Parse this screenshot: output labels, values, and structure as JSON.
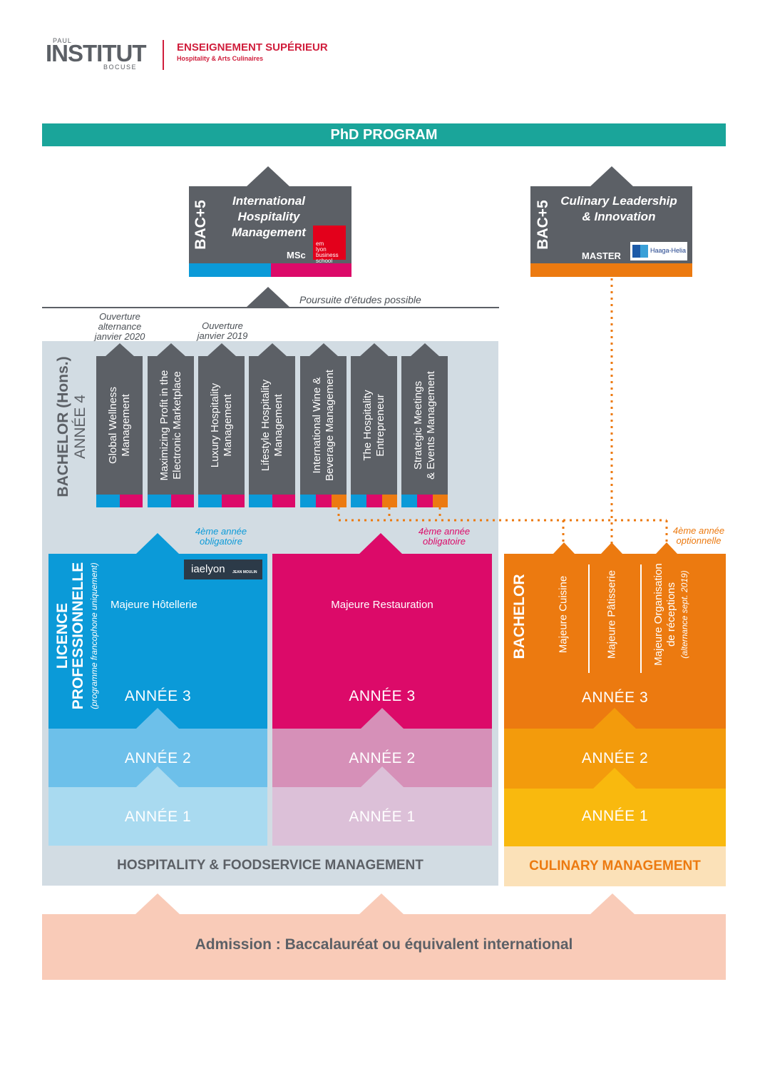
{
  "header": {
    "logo_small_top": "PAUL",
    "logo_main": "INSTITUT",
    "logo_small_bottom": "BOCUSE",
    "title": "ENSEIGNEMENT SUPÉRIEUR",
    "subtitle": "Hospitality & Arts Culinaires"
  },
  "phd": {
    "label": "PhD PROGRAM"
  },
  "msc": {
    "level": "BAC+5",
    "title_lines": [
      "International",
      "Hospitality",
      "Management"
    ],
    "degree": "MSc",
    "partner_lines": [
      "em",
      "lyon",
      "business",
      "school"
    ]
  },
  "master": {
    "level": "BAC+5",
    "title_lines": [
      "Culinary Leadership",
      "& Innovation"
    ],
    "degree": "MASTER",
    "partner": "Haaga-Helia"
  },
  "poursuite": "Poursuite d'études possible",
  "notes": {
    "wellness_lines": [
      "Ouverture",
      "alternance",
      "janvier 2020"
    ],
    "luxury_lines": [
      "Ouverture",
      "janvier 2019"
    ],
    "blue_4eme": "4ème année",
    "blue_oblig": "obligatoire",
    "pink_4eme": "4ème année",
    "pink_oblig": "obligatoire",
    "orange_4eme": "4ème année",
    "orange_opt": "optionnelle"
  },
  "bachelor_hons": {
    "title": "BACHELOR (Hons.)",
    "year": "ANNÉE 4"
  },
  "specializations": [
    {
      "lines": [
        "Global Wellness",
        "Management"
      ]
    },
    {
      "lines": [
        "Maximizing Profit in the",
        "Electronic Marketplace"
      ]
    },
    {
      "lines": [
        "Luxury Hospitality",
        "Management"
      ]
    },
    {
      "lines": [
        "Lifestyle Hospitality",
        "Management"
      ]
    },
    {
      "lines": [
        "International Wine &",
        "Beverage Management"
      ]
    },
    {
      "lines": [
        "The Hospitality",
        "Entrepreneur"
      ]
    },
    {
      "lines": [
        "Strategic Meetings",
        "& Events Management"
      ]
    }
  ],
  "licence": {
    "title_1": "LICENCE",
    "title_2": "PROFESSIONNELLE",
    "subtitle": "(programme francophone uniquement)",
    "partner_logo": "iaelyon",
    "partner_logo2": "JEAN MOULIN",
    "majeure": "Majeure Hôtellerie",
    "annee3": "ANNÉE 3",
    "annee2": "ANNÉE 2",
    "annee1": "ANNÉE 1"
  },
  "restauration": {
    "majeure": "Majeure Restauration",
    "annee3": "ANNÉE 3",
    "annee2": "ANNÉE 2",
    "annee1": "ANNÉE 1"
  },
  "hfm_label": "HOSPITALITY & FOODSERVICE MANAGEMENT",
  "culinary": {
    "title": "BACHELOR",
    "majeure_cuisine": "Majeure Cuisine",
    "majeure_patisserie": "Majeure Pâtisserie",
    "majeure_orga_1": "Majeure Organisation",
    "majeure_orga_2": "de réceptions",
    "majeure_orga_3": "(alternance sept. 2019)",
    "annee3": "ANNÉE 3",
    "annee2": "ANNÉE 2",
    "annee1": "ANNÉE 1",
    "label": "CULINARY MANAGEMENT"
  },
  "admission": "Admission : Baccalauréat ou équivalent international",
  "colors": {
    "teal": "#1aa59a",
    "gray_card": "#5c6066",
    "blue": "#0b9ad8",
    "pink": "#dc0a69",
    "orange": "#ec7a10",
    "yellow": "#f9b90e",
    "admission_bg": "#f9cbb8"
  }
}
